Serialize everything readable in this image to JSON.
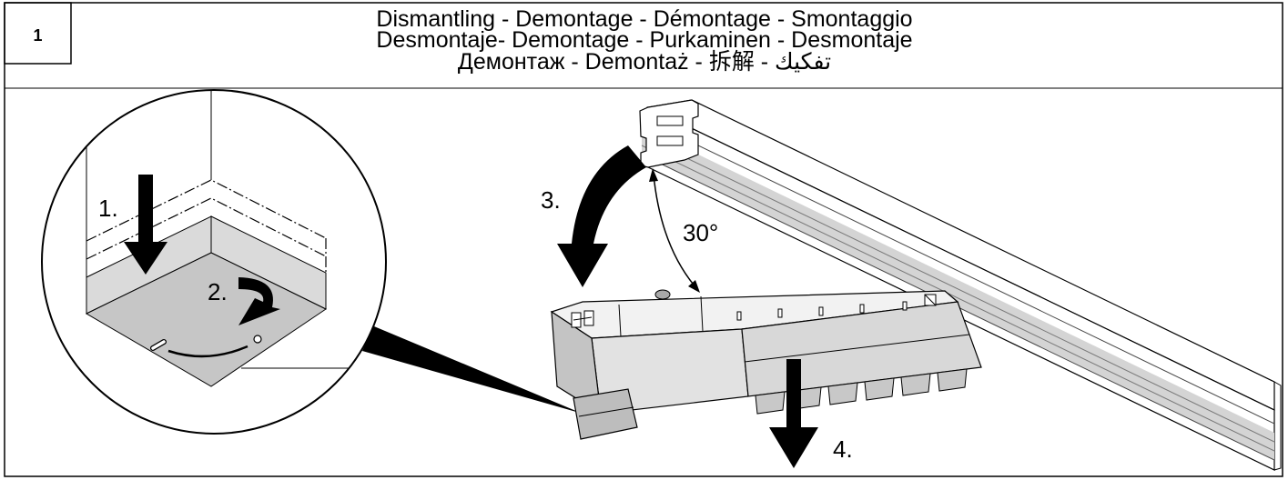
{
  "step": {
    "number": "1"
  },
  "header": {
    "line1": "Dismantling - Demontage - Démontage - Smontaggio",
    "line2": "Desmontaje- Demontage - Purkaminen - Desmontaje",
    "line3": "Демонтаж - Demontaż - 拆解 - تفكيك"
  },
  "labels": {
    "step_1": "1.",
    "step_2": "2.",
    "step_3": "3.",
    "step_4": "4.",
    "angle": "30°"
  },
  "colors": {
    "ink": "#000000",
    "box_bottom": "#c6c6c6",
    "box_side": "#dadada",
    "adapter_top": "#f2f2f2",
    "adapter_light": "#e2e2e2",
    "adapter_mid": "#d8d8d8",
    "adapter_dark": "#c4c4c4",
    "rail_groove": "#d4d4d4"
  }
}
